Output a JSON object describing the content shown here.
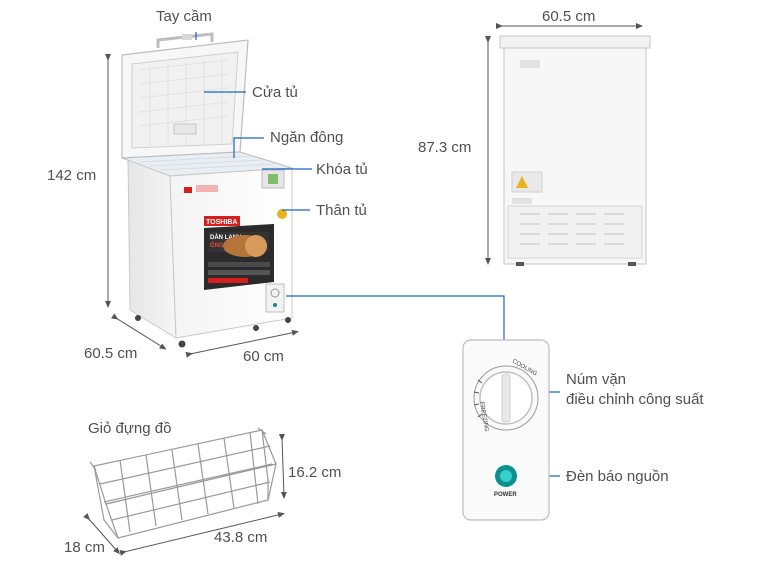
{
  "labels": {
    "handle": "Tay cầm",
    "door": "Cửa tủ",
    "freezer": "Ngăn đông",
    "lock": "Khóa tủ",
    "body": "Thân tủ",
    "knob": "Núm vặn",
    "knob_line2": "điều chỉnh công suất",
    "power_light": "Đèn báo nguồn",
    "basket": "Giỏ đựng đồ"
  },
  "dimensions": {
    "height": "142 cm",
    "depth": "60.5 cm",
    "width": "60 cm",
    "back_width": "60.5 cm",
    "back_height": "87.3 cm",
    "basket_height": "16.2 cm",
    "basket_width": "43.8 cm",
    "basket_depth": "18 cm"
  },
  "product": {
    "brand": "TOSHIBA",
    "promo_line1": "DÀN LẠNH",
    "promo_line2": "ỐNG ĐỒNG"
  },
  "panel": {
    "cooling": "COOLING",
    "freezing": "FREEZING",
    "power": "POWER"
  },
  "colors": {
    "leader_line": "#1a66c0",
    "dimension_line": "#555555",
    "brand_red": "#d61e1e",
    "power_ring": "#0b8f8f"
  }
}
